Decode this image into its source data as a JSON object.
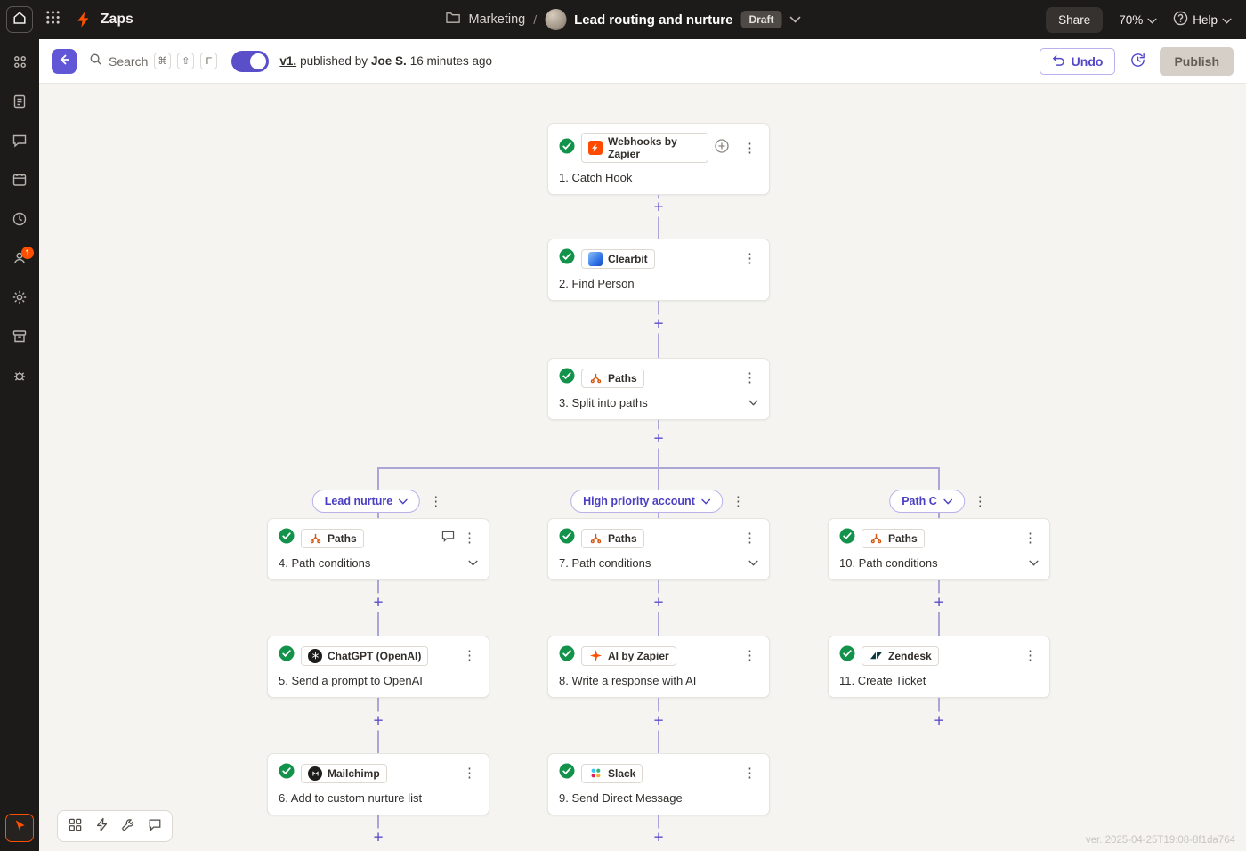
{
  "topbar": {
    "product": "Zaps",
    "folder": "Marketing",
    "separator": "/",
    "title": "Lead routing and nurture",
    "status": "Draft",
    "share": "Share",
    "zoom": "70%",
    "help": "Help"
  },
  "toolbar": {
    "search": "Search",
    "keys": [
      "⌘",
      "⇧",
      "F"
    ],
    "version": "v1.",
    "published_by": "published by",
    "author": "Joe S.",
    "time": "16 minutes ago",
    "undo": "Undo",
    "publish": "Publish"
  },
  "sidebar": {
    "history_badge": "1"
  },
  "icons": {
    "kebab": "⋮",
    "plus": "+"
  },
  "canvas": {
    "paths": [
      {
        "label": "Lead nurture"
      },
      {
        "label": "High priority account"
      },
      {
        "label": "Path C"
      }
    ],
    "steps": [
      {
        "app": "Webhooks by Zapier",
        "label": "1. Catch Hook"
      },
      {
        "app": "Clearbit",
        "label": "2. Find Person"
      },
      {
        "app": "Paths",
        "label": "3. Split into paths"
      },
      {
        "app": "Paths",
        "label": "4. Path conditions"
      },
      {
        "app": "ChatGPT (OpenAI)",
        "label": "5. Send a prompt to OpenAI"
      },
      {
        "app": "Mailchimp",
        "label": "6. Add to custom nurture list"
      },
      {
        "app": "Paths",
        "label": "7. Path conditions"
      },
      {
        "app": "AI by Zapier",
        "label": "8. Write a response with AI"
      },
      {
        "app": "Slack",
        "label": "9. Send Direct Message"
      },
      {
        "app": "Paths",
        "label": "10. Path conditions"
      },
      {
        "app": "Zendesk",
        "label": "11. Create Ticket"
      }
    ],
    "version_stamp": "ver. 2025-04-25T19:08-8f1da764"
  }
}
